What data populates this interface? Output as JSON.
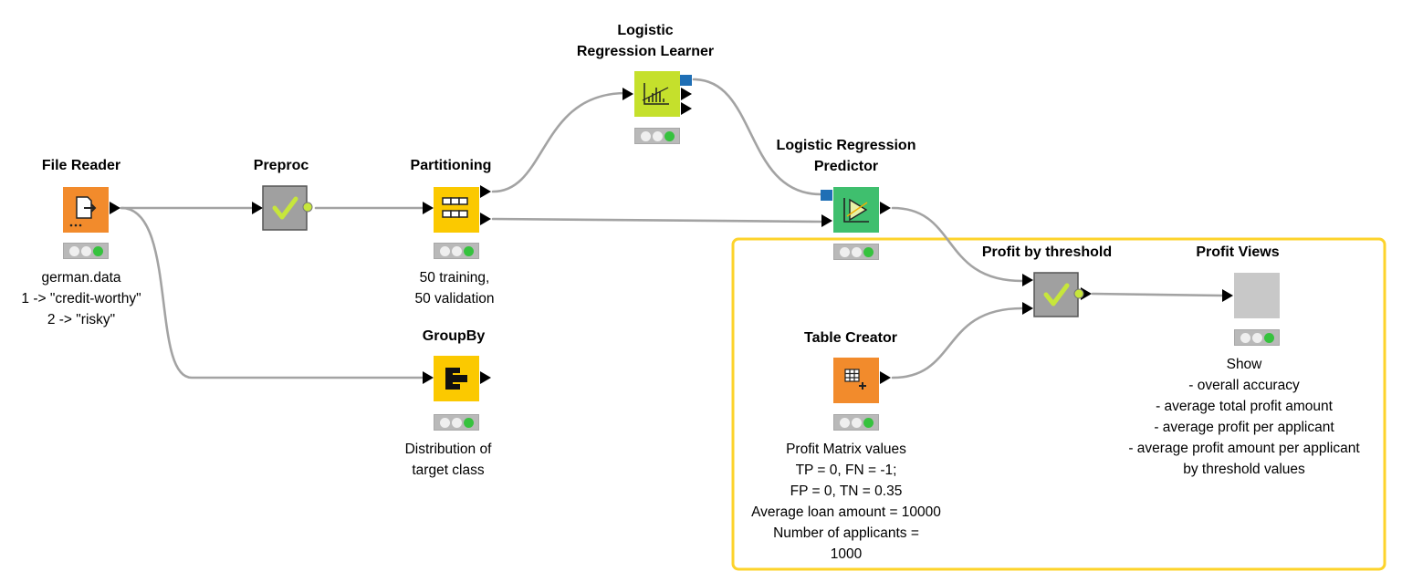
{
  "workflow": {
    "nodes": [
      {
        "id": "file-reader",
        "title": [
          "File Reader"
        ],
        "desc": [
          "german.data",
          "1 -> \"credit-worthy\"",
          "2 -> \"risky\""
        ],
        "color": "#f28b2c",
        "icon": "file-reader-icon",
        "status": "green"
      },
      {
        "id": "preproc",
        "title": [
          "Preproc"
        ],
        "desc": [],
        "color": "#a0a0a0",
        "icon": "metanode-check-icon",
        "status": "none"
      },
      {
        "id": "partitioning",
        "title": [
          "Partitioning"
        ],
        "desc": [
          "50 training,",
          "50 validation"
        ],
        "color": "#fbc900",
        "icon": "partitioning-icon",
        "status": "green"
      },
      {
        "id": "groupby",
        "title": [
          "GroupBy"
        ],
        "desc": [
          "Distribution of",
          "target class"
        ],
        "color": "#fbc900",
        "icon": "groupby-icon",
        "status": "green"
      },
      {
        "id": "logreg-learner",
        "title": [
          "Logistic",
          "Regression Learner"
        ],
        "desc": [],
        "color": "#c5e02c",
        "icon": "learner-icon",
        "status": "green"
      },
      {
        "id": "logreg-predictor",
        "title": [
          "Logistic Regression",
          "Predictor"
        ],
        "desc": [],
        "color": "#3fbf6e",
        "icon": "predictor-icon",
        "status": "green"
      },
      {
        "id": "profit-by-threshold",
        "title": [
          "Profit by threshold"
        ],
        "desc": [],
        "color": "#a0a0a0",
        "icon": "metanode-check-icon",
        "status": "none"
      },
      {
        "id": "profit-views",
        "title": [
          "Profit Views"
        ],
        "desc": [
          "Show",
          "- overall accuracy",
          "- average total profit amount",
          "- average profit per applicant",
          "- average profit amount per applicant",
          "by threshold values"
        ],
        "color": "#c8c8c8",
        "icon": "component-icon",
        "status": "green"
      },
      {
        "id": "table-creator",
        "title": [
          "Table Creator"
        ],
        "desc": [
          "Profit Matrix values",
          "TP = 0, FN = -1;",
          "FP = 0, TN = 0.35",
          "Average loan amount = 10000",
          "Number of applicants =",
          "1000"
        ],
        "color": "#f28b2c",
        "icon": "table-creator-icon",
        "status": "green"
      }
    ],
    "connections": [
      {
        "from": "file-reader",
        "to": "preproc"
      },
      {
        "from": "file-reader",
        "to": "groupby"
      },
      {
        "from": "preproc",
        "to": "partitioning"
      },
      {
        "from": "partitioning",
        "to": "logreg-learner"
      },
      {
        "from": "partitioning",
        "to": "logreg-predictor"
      },
      {
        "from": "logreg-learner",
        "to": "logreg-predictor",
        "type": "model"
      },
      {
        "from": "logreg-predictor",
        "to": "profit-by-threshold"
      },
      {
        "from": "table-creator",
        "to": "profit-by-threshold"
      },
      {
        "from": "profit-by-threshold",
        "to": "profit-views"
      }
    ],
    "accent_colors": {
      "annotation_border": "#fdd32b",
      "connection": "#a3a3a3",
      "model_port": "#1f6fb5",
      "status_green": "#36c23e"
    }
  }
}
